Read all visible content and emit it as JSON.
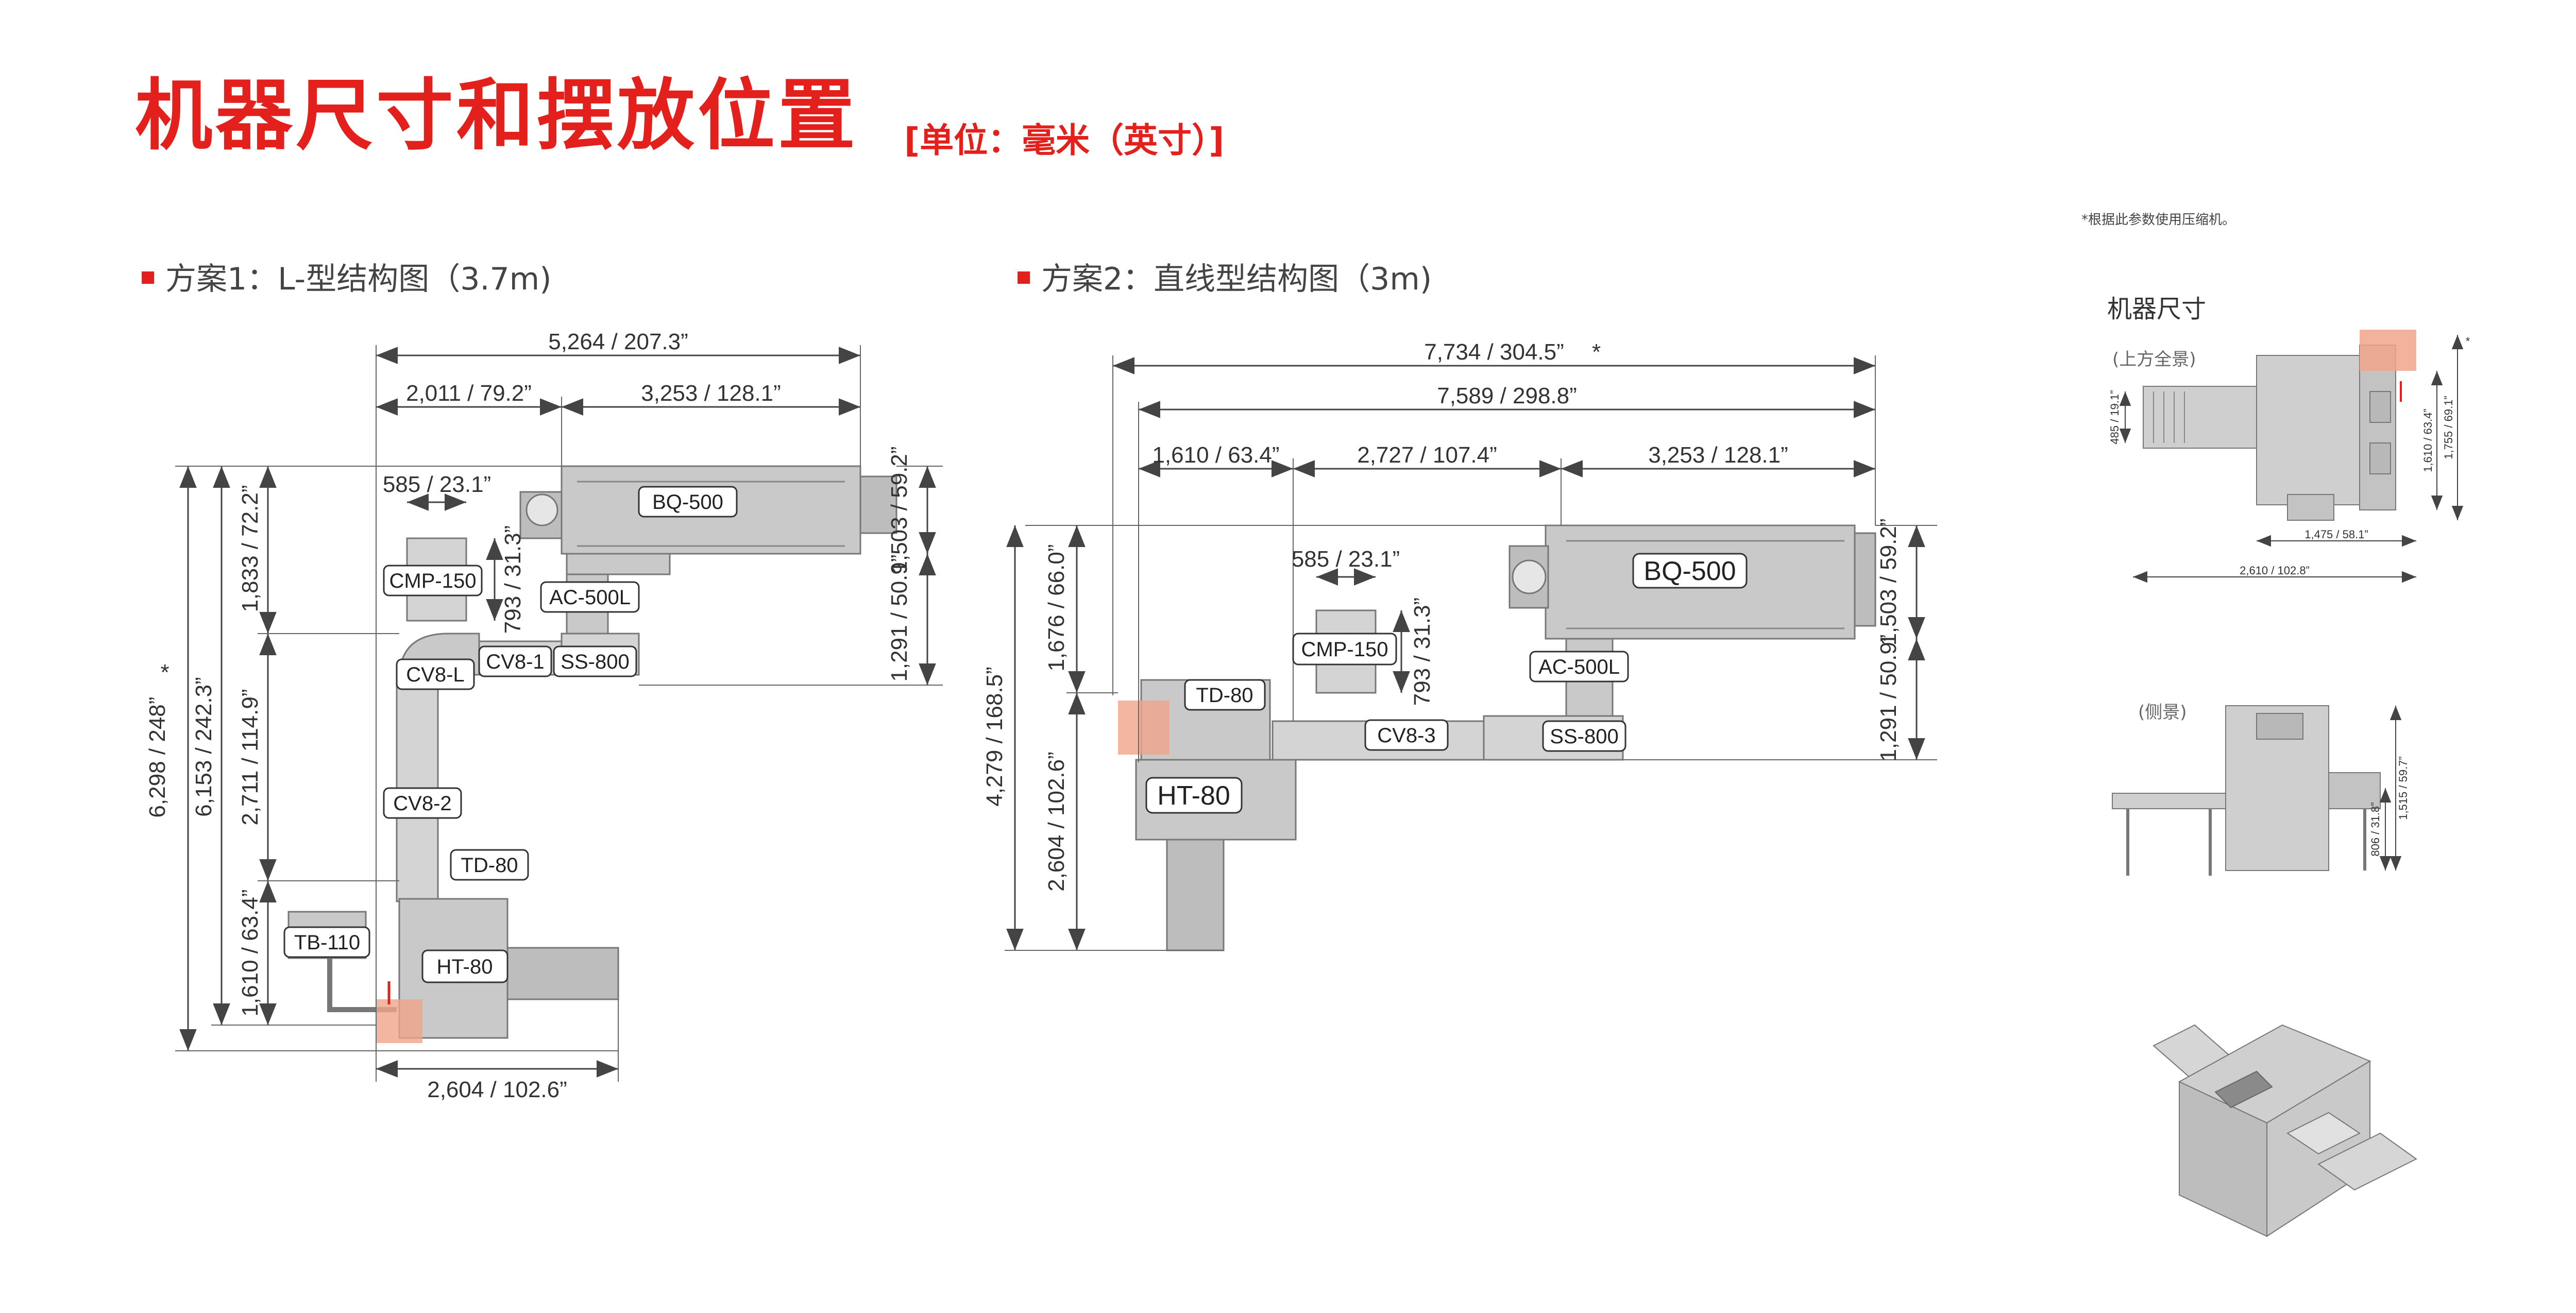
{
  "title": "机器尺寸和摆放位置",
  "title_unit": "[单位：毫米（英寸）]",
  "footnote": "*根据此参数使用压缩机。",
  "scheme1": {
    "heading": "方案1：L-型结构图（3.7m)"
  },
  "scheme2": {
    "heading": "方案2：直线型结构图（3m)"
  },
  "side": {
    "heading": "机器尺寸",
    "top_view": "(上方全景)",
    "side_view": "(侧景)"
  },
  "machines": {
    "bq500": "BQ-500",
    "cmp150": "CMP-150",
    "ac500l": "AC-500L",
    "ss800": "SS-800",
    "cv8l": "CV8-L",
    "cv81": "CV8-1",
    "cv82": "CV8-2",
    "cv83": "CV8-3",
    "td80": "TD-80",
    "tb110": "TB-110",
    "ht80": "HT-80"
  },
  "dims1": {
    "total_width": "5,264 / 207.3”",
    "left_width": "2,011 / 79.2”",
    "right_width": "3,253 / 128.1”",
    "cmp_width": "585 / 23.1”",
    "cmp_height": "793 / 31.3”",
    "bq_depth": "1,503 / 59.2”",
    "upper_gap": "1,291 / 50.9”",
    "total_height": "6,298 / 248”",
    "total_star": "*",
    "height_6153": "6,153 / 242.3”",
    "height_1833": "1,833 / 72.2”",
    "height_2711": "2,711 / 114.9”",
    "height_1610": "1,610 / 63.4”",
    "bottom_width": "2,604 / 102.6”"
  },
  "dims2": {
    "total_width": "7,734 / 304.5”",
    "total_star": "*",
    "width_7589": "7,589 / 298.8”",
    "width_1610": "1,610 / 63.4”",
    "width_2727": "2,727 / 107.4”",
    "width_3253": "3,253 / 128.1”",
    "cmp_width": "585 / 23.1”",
    "cmp_height": "793 / 31.3”",
    "bq_depth": "1,503 / 59.2”",
    "gap": "1,291 / 50.9”",
    "total_height": "4,279 / 168.5”",
    "height_1676": "1,676 / 66.0”",
    "height_2604": "2,604 / 102.6”"
  },
  "side_dims": {
    "top_485": "485 / 19.1”",
    "top_1610": "1,610 / 63.4”",
    "top_1755": "1,755 / 69.1”",
    "top_star": "*",
    "top_1475": "1,475 / 58.1”",
    "top_2610": "2,610 / 102.8”",
    "side_1515": "1,515 / 59.7”",
    "side_806": "806 / 31.8”"
  },
  "colors": {
    "accent": "#e3201b",
    "machine": "#c9c9c9",
    "machine_dark": "#8a8a8a",
    "highlight": "#f0a58a"
  }
}
